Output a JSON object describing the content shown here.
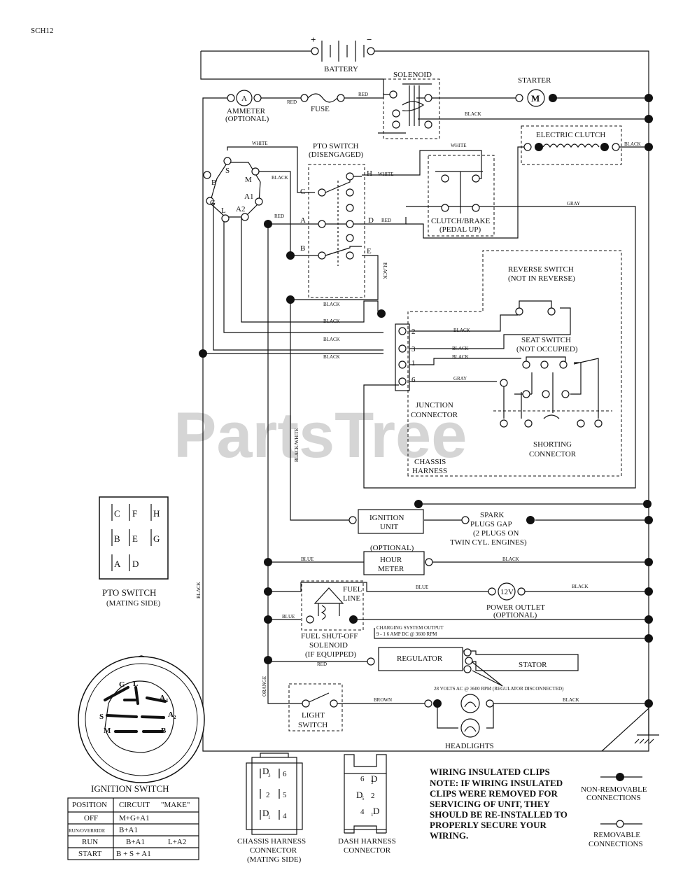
{
  "ref": "SCH12",
  "watermark": "PartsTree",
  "components": {
    "battery": "BATTERY",
    "plus": "+",
    "minus": "−",
    "solenoid": "SOLENOID",
    "starter": "STARTER",
    "starter_mark": "M",
    "ammeter_1": "AMMETER",
    "ammeter_2": "(OPTIONAL)",
    "ammeter_mark": "A",
    "fuse": "FUSE",
    "electric_clutch": "ELECTRIC CLUTCH",
    "pto_switch_1": "PTO SWITCH",
    "pto_switch_2": "(DISENGAGED)",
    "clutch_brake_1": "CLUTCH/BRAKE",
    "clutch_brake_2": "(PEDAL UP)",
    "reverse_switch_1": "REVERSE SWITCH",
    "reverse_switch_2": "(NOT IN REVERSE)",
    "seat_switch_1": "SEAT SWITCH",
    "seat_switch_2": "(NOT OCCUPIED)",
    "junction_1": "JUNCTION",
    "junction_2": "CONNECTOR",
    "shorting_1": "SHORTING",
    "shorting_2": "CONNECTOR",
    "chassis_1": "CHASSIS",
    "chassis_2": "HARNESS",
    "ignition_unit_1": "IGNITION",
    "ignition_unit_2": "UNIT",
    "spark_1": "SPARK",
    "spark_2": "PLUGS GAP",
    "spark_3": "(2 PLUGS ON",
    "spark_4": "TWIN CYL. ENGINES)",
    "hour_optional": "(OPTIONAL)",
    "hour_1": "HOUR",
    "hour_2": "METER",
    "fuel_line_1": "FUEL",
    "fuel_line_2": "LINE",
    "power_outlet_1": "POWER OUTLET",
    "power_outlet_2": "(OPTIONAL)",
    "power_outlet_mark": "12V",
    "fuel_shutoff_1": "FUEL SHUT-OFF",
    "fuel_shutoff_2": "SOLENOID",
    "fuel_shutoff_3": "(IF EQUIPPED)",
    "charging_1": "CHARGING SYSTEM OUTPUT",
    "charging_2": "9 - 1 6 AMP DC @ 3600 RPM",
    "regulator": "REGULATOR",
    "stator": "STATOR",
    "volts_ac": "28 VOLTS AC @ 3600 RPM (REGULATOR DISCONNECTED)",
    "light_switch_1": "LIGHT",
    "light_switch_2": "SWITCH",
    "headlights": "HEADLIGHTS",
    "pto_mating_1": "PTO SWITCH",
    "pto_mating_2": "(MATING SIDE)",
    "ignition_switch": "IGNITION SWITCH",
    "chassis_conn_1": "CHASSIS HARNESS",
    "chassis_conn_2": "CONNECTOR",
    "chassis_conn_3": "(MATING SIDE)",
    "dash_conn_1": "DASH HARNESS",
    "dash_conn_2": "CONNECTOR"
  },
  "terminals": {
    "ign_S": "S",
    "ign_M": "M",
    "ign_B": "B",
    "ign_G": "G",
    "ign_L": "L",
    "ign_A1": "A1",
    "ign_A2": "A2",
    "pto_C": "C",
    "pto_H": "H",
    "pto_A": "A",
    "pto_D": "D",
    "pto_B": "B",
    "pto_E": "E",
    "j2": "2",
    "j3": "3",
    "j1": "1",
    "j6": "6"
  },
  "pto_grid": [
    "C",
    "F",
    "H",
    "B",
    "E",
    "G",
    "A",
    "D"
  ],
  "ign_face": {
    "G": "G",
    "L": "L",
    "A1": "A",
    "A1_sub": "1",
    "S": "S",
    "A2": "A",
    "A2_sub": "2",
    "M": "M",
    "B": "B"
  },
  "chassis_pins": {
    "p3": "3",
    "p6": "6",
    "p2": "2",
    "p5": "5",
    "p1": "1",
    "p4": "4",
    "D": "D"
  },
  "dash_pins": {
    "p6": "6",
    "p3": "3",
    "p5": "5",
    "p2": "2",
    "p4": "4",
    "p1": "1",
    "D": "D"
  },
  "wires": {
    "red": "RED",
    "black": "BLACK",
    "white": "WHITE",
    "gray": "GRAY",
    "blue": "BLUE",
    "orange": "ORANGE",
    "brown": "BROWN",
    "black_white": "BLACK/WHITE"
  },
  "ignition_table": {
    "headers": [
      "POSITION",
      "CIRCUIT",
      "\"MAKE\""
    ],
    "rows": [
      [
        "OFF",
        "M+G+A1",
        ""
      ],
      [
        "RUN/OVERRIDE",
        "B+A1",
        ""
      ],
      [
        "RUN",
        "B+A1",
        "L+A2"
      ],
      [
        "START",
        "B + S + A1",
        ""
      ]
    ]
  },
  "note": {
    "title": "WIRING INSULATED CLIPS",
    "lines": [
      "NOTE:  IF WIRING INSULATED",
      "CLIPS WERE REMOVED FOR",
      "SERVICING OF UNIT, THEY",
      "SHOULD BE RE-INSTALLED TO",
      "PROPERLY SECURE YOUR",
      "WIRING."
    ]
  },
  "legend": {
    "nonremovable_1": "NON-REMOVABLE",
    "nonremovable_2": "CONNECTIONS",
    "removable_1": "REMOVABLE",
    "removable_2": "CONNECTIONS"
  }
}
